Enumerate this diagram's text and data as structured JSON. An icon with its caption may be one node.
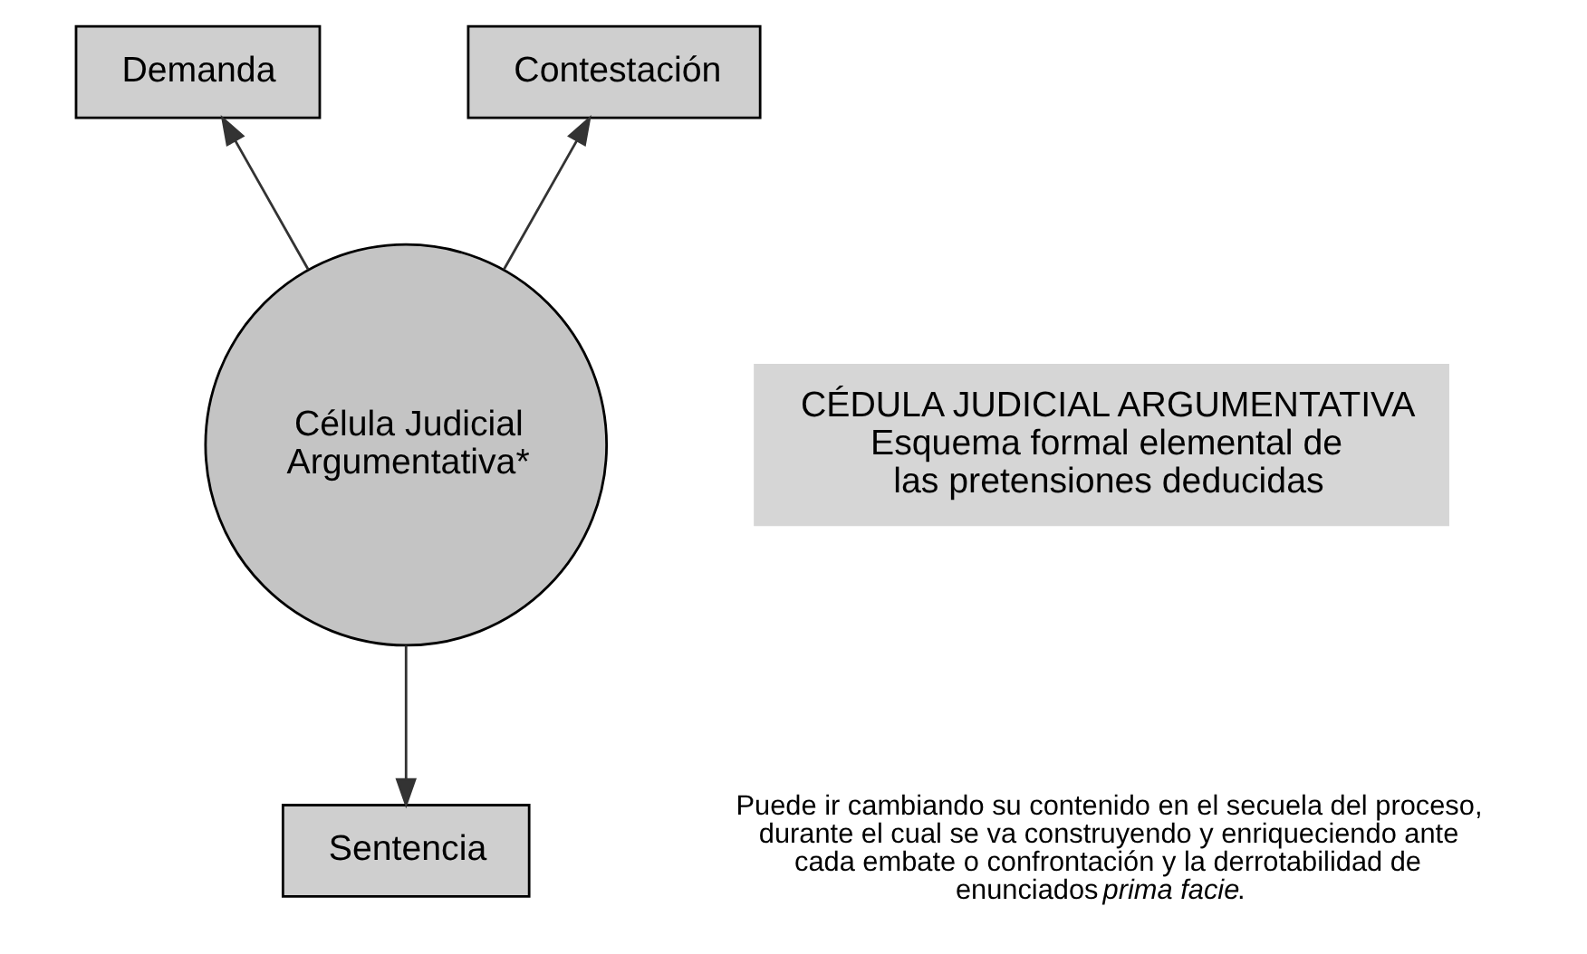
{
  "diagram": {
    "nodes": [
      {
        "text": [
          "Demanda"
        ]
      },
      {
        "text": [
          "Contestación"
        ]
      },
      {
        "text": [
          "Célula Judicial Argumentativa*"
        ]
      },
      {
        "text": [
          "Sentencia"
        ]
      },
      {
        "text": [
          "CÉDULA JUDICIAL ARGUMENTATIVA",
          "Esquema formal elemental de las pretensiones deducidas"
        ]
      }
    ],
    "edges": [
      {
        "from": 2,
        "to": 0,
        "arrow": "to"
      },
      {
        "from": 2,
        "to": 1,
        "arrow": "to"
      },
      {
        "from": 2,
        "to": 3,
        "arrow": "to"
      }
    ],
    "labels": [
      "Puede ir cambiando su contenido en el secuela del proceso, durante el cual se va construyendo y enriqueciendo ante cada embate o confrontación y la derrotabilidad de enunciados *prima facie*."
    ]
  }
}
